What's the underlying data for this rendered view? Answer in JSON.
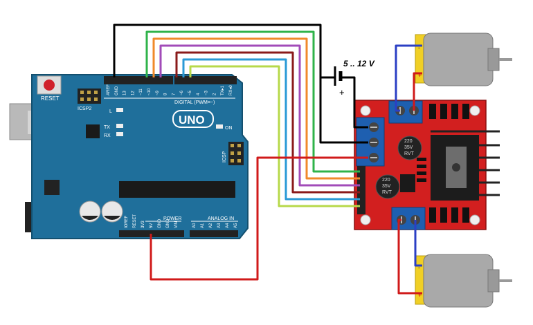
{
  "power": {
    "label": "5 .. 12 V",
    "plus": "+"
  },
  "arduino": {
    "logo": "UNO",
    "reset": "RESET",
    "icsp2": "ICSP2",
    "icsp": "ICSP",
    "on": "ON",
    "led_l": "L",
    "led_tx": "TX",
    "led_rx": "RX",
    "digital": "DIGITAL (PWM=~)",
    "power_hdr": "POWER",
    "analog_hdr": "ANALOG IN",
    "top_pins": [
      "AREF",
      "GND",
      "13",
      "12",
      "~11",
      "~10",
      "~9",
      "8",
      "7",
      "~6",
      "~5",
      "4",
      "~3",
      "2",
      "TX▸1",
      "RX◂0"
    ],
    "power_pins": [
      "IOREF",
      "RESET",
      "3V3",
      "5V",
      "GND",
      "GND",
      "VIN"
    ],
    "analog_pins": [
      "A0",
      "A1",
      "A2",
      "A3",
      "A4",
      "A5"
    ]
  },
  "driver": {
    "cap1": [
      "220",
      "35V",
      "RVT"
    ],
    "cap2": [
      "220",
      "35V",
      "RVT"
    ]
  },
  "motors": {
    "top": {
      "minus": "-",
      "plus": "+"
    },
    "bottom": {
      "minus": "-",
      "plus": "+"
    }
  },
  "colors": {
    "board": "#1f6f9b",
    "driver": "#d21f1f",
    "wire_black": "#000000",
    "wire_red": "#d01a1a",
    "wire_green": "#2fb34a",
    "wire_orange": "#f08a2a",
    "wire_purple": "#a24bb8",
    "wire_maroon": "#8a1a1a",
    "wire_blue": "#2a9ad6",
    "wire_lime": "#b7d94a",
    "wire_motor_blue": "#2b3fc4"
  }
}
